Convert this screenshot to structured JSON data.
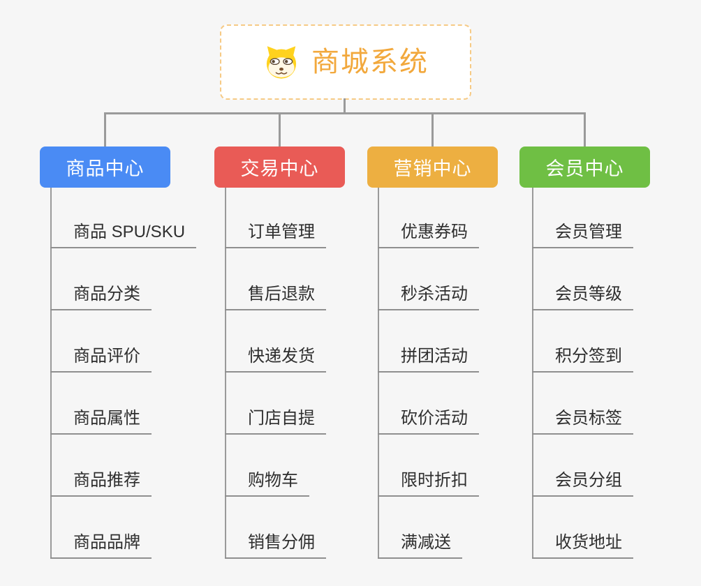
{
  "canvas": {
    "background_color": "#f6f6f6",
    "connector_color": "#9a9a9a",
    "leaf_line_color": "#8f8f8f",
    "leaf_text_color": "#2e2e2e"
  },
  "root": {
    "title": "商城系统",
    "icon": "dog-face-icon",
    "text_color": "#f2a83c",
    "border_color": "#f6ca85",
    "fill_color": "#ffffff"
  },
  "branches": [
    {
      "label": "商品中心",
      "color": "#4A8BF4",
      "children": [
        "商品 SPU/SKU",
        "商品分类",
        "商品评价",
        "商品属性",
        "商品推荐",
        "商品品牌"
      ]
    },
    {
      "label": "交易中心",
      "color": "#E95B56",
      "children": [
        "订单管理",
        "售后退款",
        "快递发货",
        "门店自提",
        "购物车",
        "销售分佣"
      ]
    },
    {
      "label": "营销中心",
      "color": "#EDAF41",
      "children": [
        "优惠券码",
        "秒杀活动",
        "拼团活动",
        "砍价活动",
        "限时折扣",
        "满减送"
      ]
    },
    {
      "label": "会员中心",
      "color": "#6FBF44",
      "children": [
        "会员管理",
        "会员等级",
        "积分签到",
        "会员标签",
        "会员分组",
        "收货地址"
      ]
    }
  ]
}
